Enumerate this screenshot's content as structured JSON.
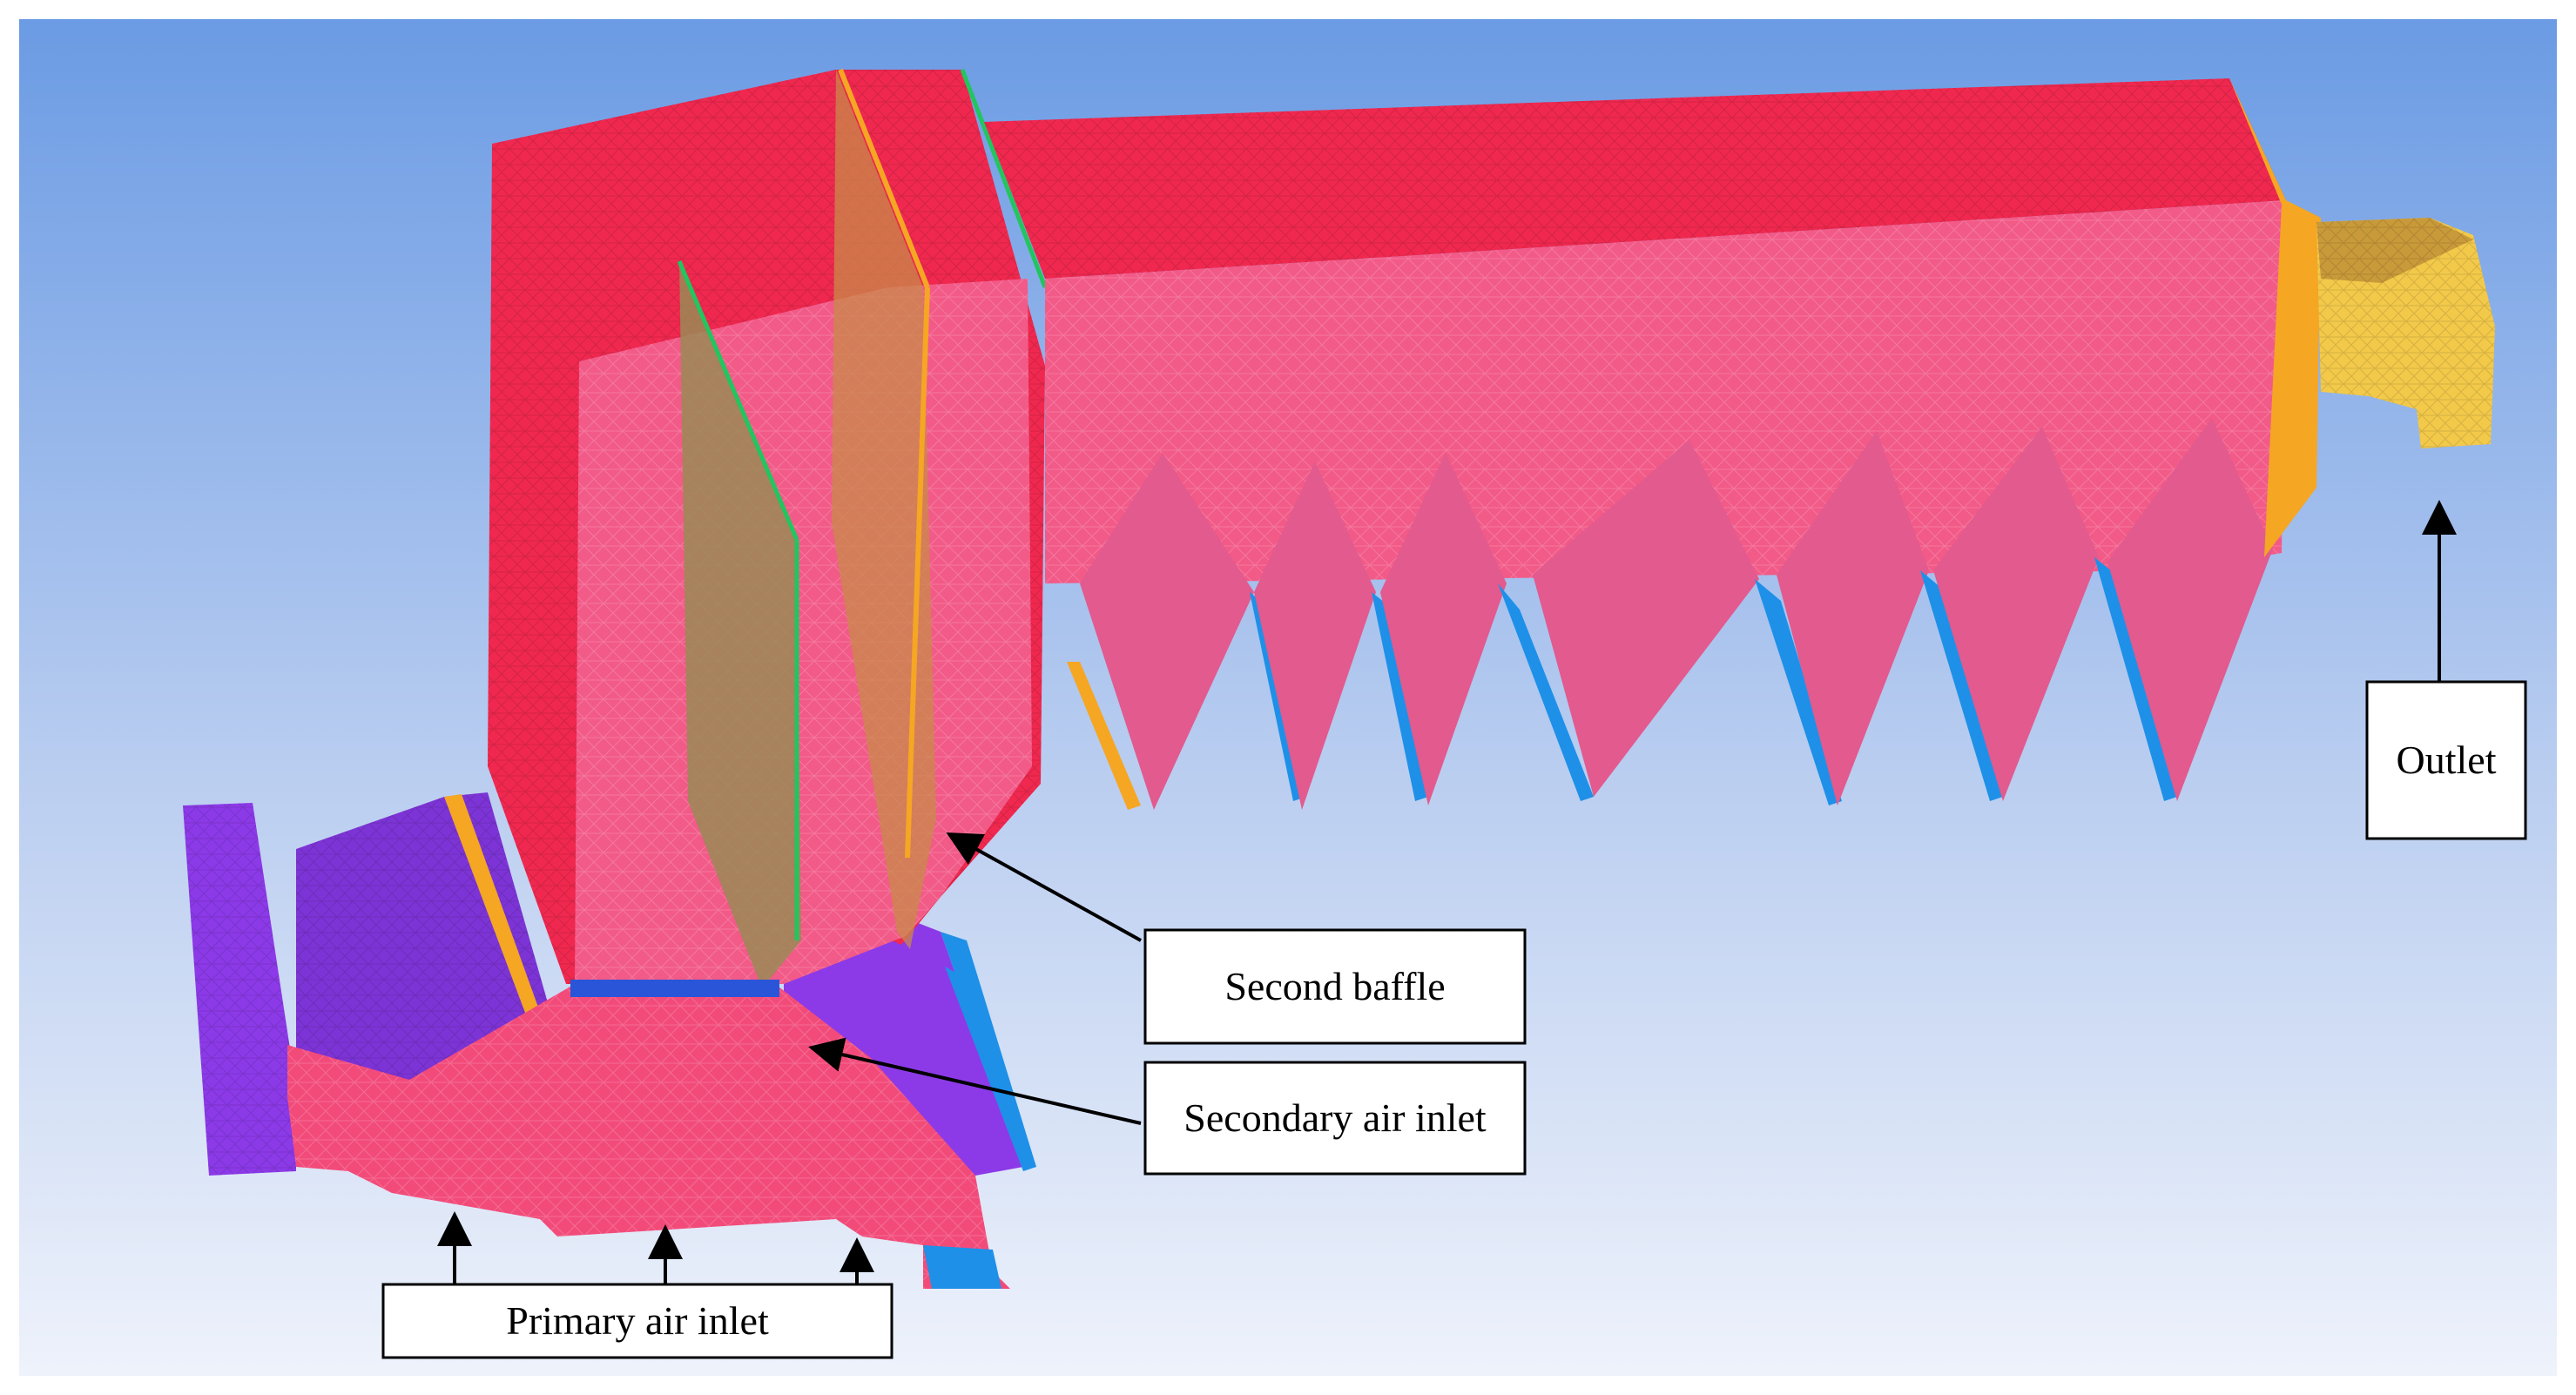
{
  "diagram": {
    "labels": {
      "second_baffle": "Second baffle",
      "secondary_air_inlet": "Secondary air inlet",
      "primary_air_inlet": "Primary air inlet",
      "outlet": "Outlet"
    },
    "colors": {
      "background_top": "#6b9be4",
      "background_bottom": "#eef2fb",
      "mesh_red": "#f0284f",
      "mesh_pink": "#f25a88",
      "mesh_purple": "#8c3ae8",
      "mesh_blue": "#1e90e8",
      "mesh_orange": "#f5a623",
      "mesh_yellow": "#f3c94a",
      "mesh_green": "#22c55e",
      "mesh_olive": "#9a8a55"
    }
  }
}
